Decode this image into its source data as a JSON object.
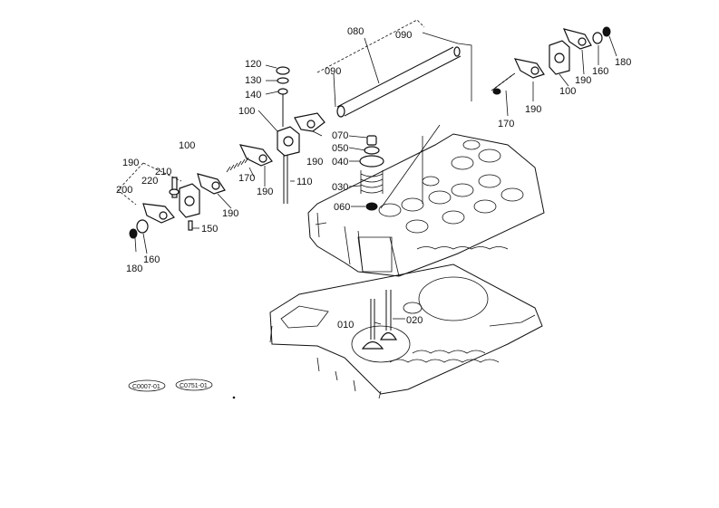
{
  "diagram": {
    "part_labels": {
      "p010": "010",
      "p020": "020",
      "p030": "030",
      "p040": "040",
      "p050": "050",
      "p060": "060",
      "p070": "070",
      "p080": "080",
      "p090_top": "090",
      "p090_mid": "090",
      "p100_mid": "100",
      "p100_left": "100",
      "p100_right": "100",
      "p110": "110",
      "p120": "120",
      "p130": "130",
      "p140": "140",
      "p150": "150",
      "p160_left": "160",
      "p160_right": "160",
      "p170_left": "170",
      "p170_right": "170",
      "p180_left": "180",
      "p180_right": "180",
      "p190_a": "190",
      "p190_b": "190",
      "p190_c": "190",
      "p190_d": "190",
      "p190_e": "190",
      "p190_f": "190",
      "p200": "200",
      "p210": "210",
      "p220": "220"
    },
    "reference_tags": {
      "tag1": "C0007-01",
      "tag2": "C0751-01"
    }
  }
}
